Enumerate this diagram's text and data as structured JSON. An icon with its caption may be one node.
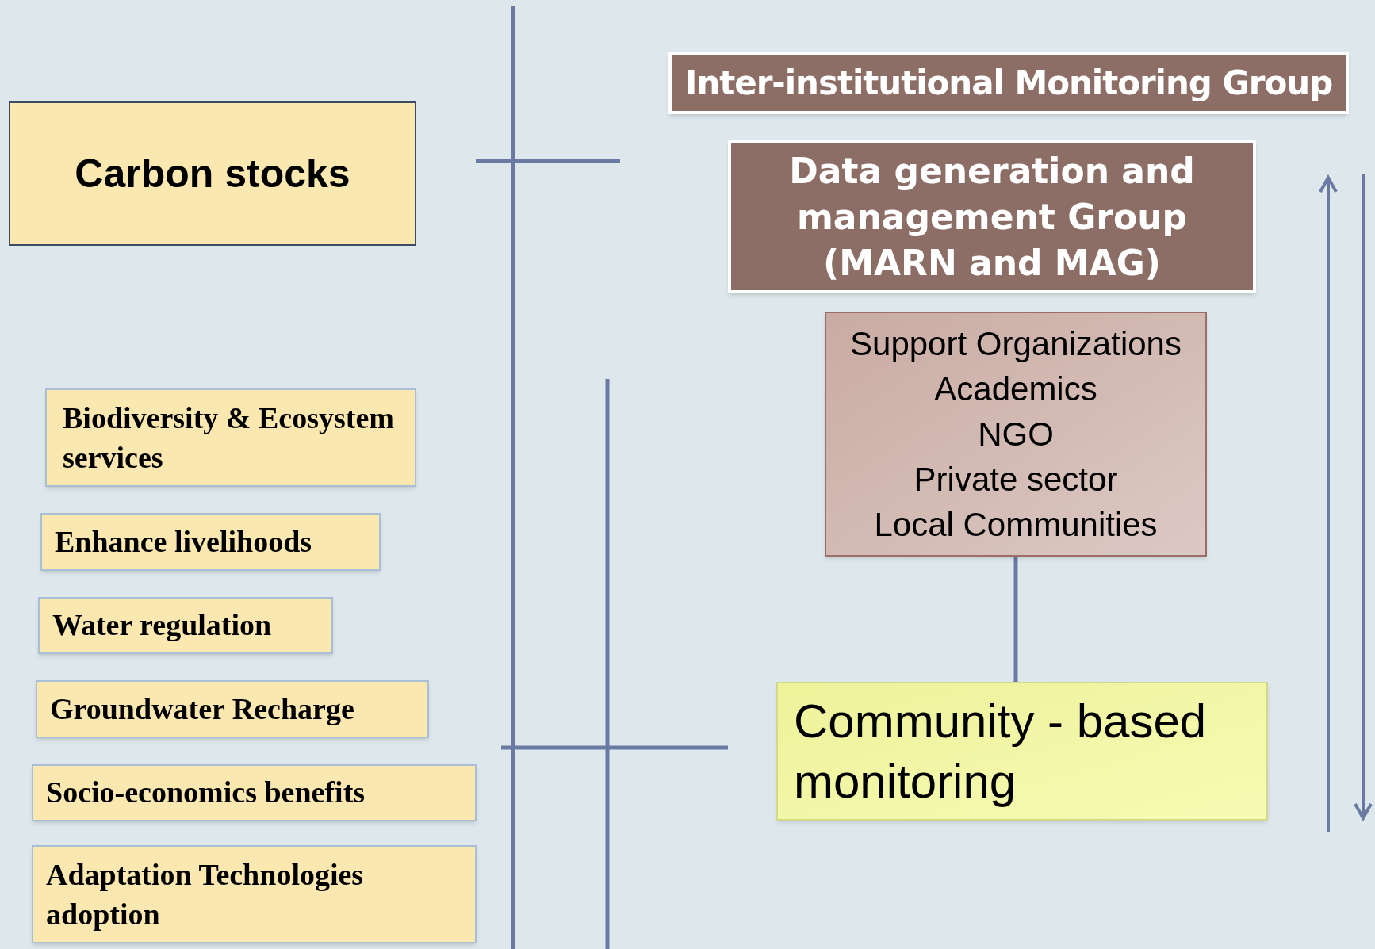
{
  "diagram": {
    "nodes": [
      {
        "text": [
          "Inter-institutional Monitoring Group"
        ]
      },
      {
        "text": [
          "Carbon stocks"
        ]
      },
      {
        "text": [
          "Data generation and management Group (MARN and MAG)"
        ]
      },
      {
        "text": [
          "Support Organizations",
          "Academics",
          "NGO",
          "Private sector",
          "Local Communities"
        ]
      },
      {
        "text": [
          "Biodiversity & Ecosystem services"
        ]
      },
      {
        "text": [
          "Enhance livelihoods"
        ]
      },
      {
        "text": [
          "Water regulation"
        ]
      },
      {
        "text": [
          "Groundwater Recharge"
        ]
      },
      {
        "text": [
          "Community - based monitoring"
        ]
      },
      {
        "text": [
          "Socio-economics benefits"
        ]
      },
      {
        "text": [
          "Adaptation Technologies adoption"
        ]
      }
    ],
    "edges": [
      {
        "from": 3,
        "to": 8,
        "arrow": "none"
      }
    ]
  }
}
